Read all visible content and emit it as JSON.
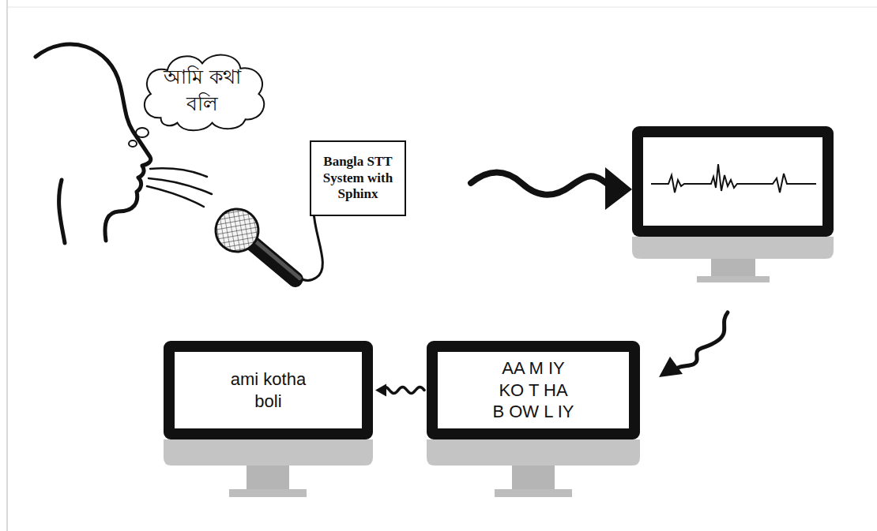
{
  "diagram": {
    "nodes": [
      {
        "text": [
          "আমি কথা বলি"
        ]
      },
      {
        "text": [
          "Bangla STT System with Sphinx"
        ]
      },
      {
        "text": [
          "AA M IY KO T HA B OW L IY"
        ]
      },
      {
        "text": [
          "ami kotha boli"
        ]
      }
    ],
    "edges": [
      {
        "from": 2,
        "to": 3,
        "arrow": "to"
      }
    ]
  }
}
